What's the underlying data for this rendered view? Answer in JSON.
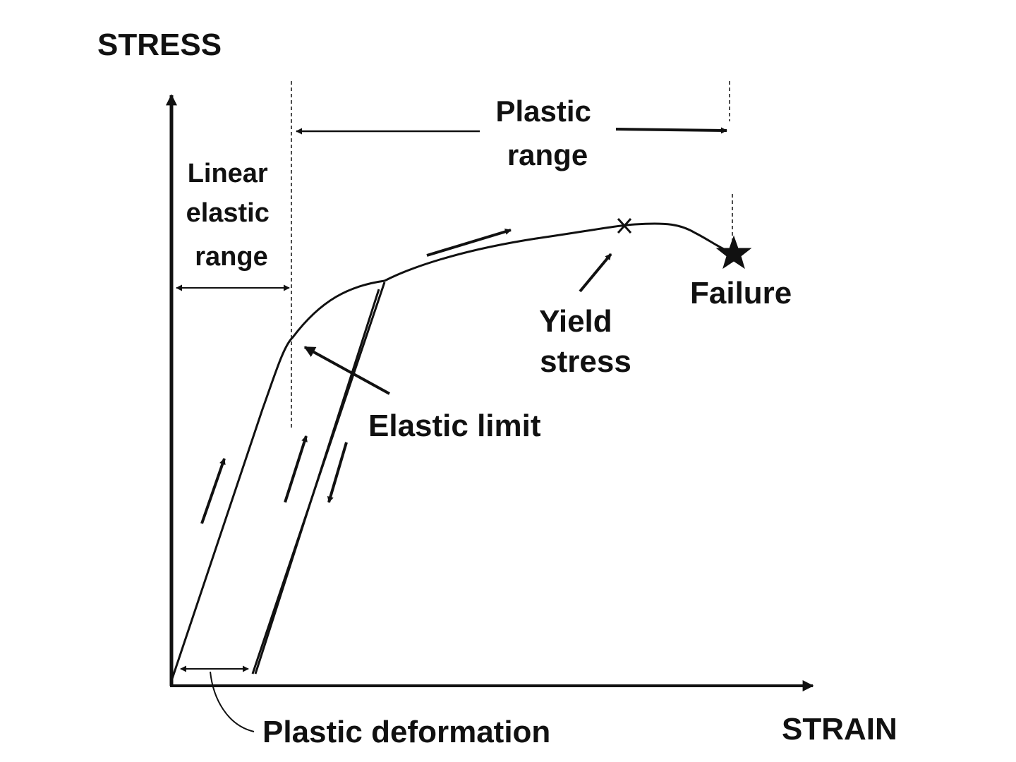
{
  "diagram": {
    "axes": {
      "y_label": "STRESS",
      "x_label": "STRAIN"
    },
    "annotations": {
      "plastic_range": [
        "Plastic",
        "range"
      ],
      "linear_elastic_range": [
        "Linear",
        "elastic",
        "range"
      ],
      "failure": "Failure",
      "yield_stress": [
        "Yield",
        "stress"
      ],
      "elastic_limit": "Elastic limit",
      "plastic_deformation": "Plastic deformation"
    },
    "colors": {
      "ink": "#111111",
      "background": "#ffffff"
    }
  }
}
